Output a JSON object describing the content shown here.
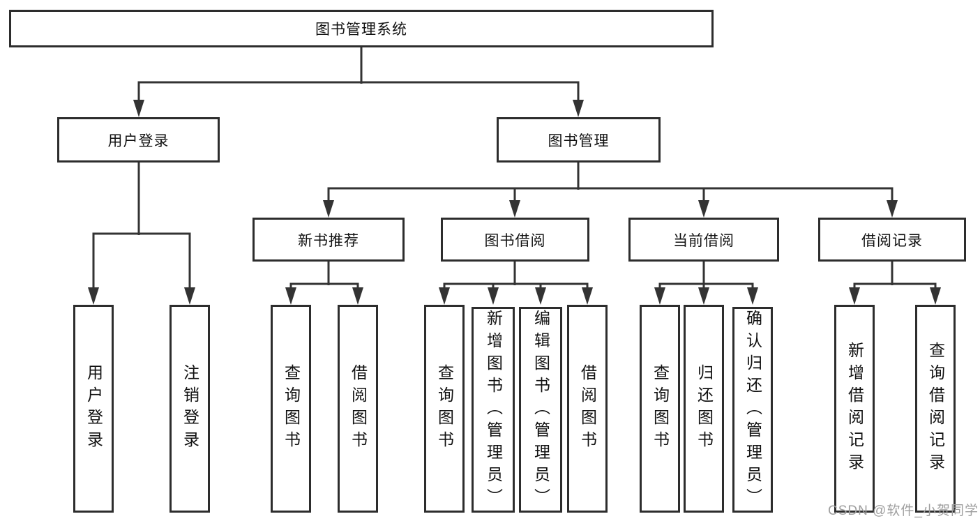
{
  "diagram": {
    "root": {
      "label": "图书管理系统"
    },
    "branches": {
      "user_login": {
        "label": "用户登录"
      },
      "book_mgmt": {
        "label": "图书管理"
      }
    },
    "modules": {
      "new_books": {
        "label": "新书推荐"
      },
      "book_borrow": {
        "label": "图书借阅"
      },
      "current_borrow": {
        "label": "当前借阅"
      },
      "borrow_records": {
        "label": "借阅记录"
      }
    },
    "leaves": {
      "user_login": {
        "label": "用户登录"
      },
      "logout": {
        "label": "注销登录"
      },
      "nb_query": {
        "label": "查询图书"
      },
      "nb_borrow": {
        "label": "借阅图书"
      },
      "bb_query": {
        "label": "查询图书"
      },
      "bb_add": {
        "label": "新增图书（管理员）"
      },
      "bb_edit": {
        "label": "编辑图书（管理员）"
      },
      "bb_borrow": {
        "label": "借阅图书"
      },
      "cb_query": {
        "label": "查询图书"
      },
      "cb_return": {
        "label": "归还图书"
      },
      "cb_confirm": {
        "label": "确认归还（管理员）"
      },
      "br_add": {
        "label": "新增借阅记录"
      },
      "br_query": {
        "label": "查询借阅记录"
      }
    }
  },
  "watermark": "CSDN @软件_小贺同学",
  "colors": {
    "line": "#333333",
    "box_border": "#2d2d2d",
    "text": "#111111",
    "watermark_text": "#9e9e9e",
    "background": "#ffffff"
  }
}
